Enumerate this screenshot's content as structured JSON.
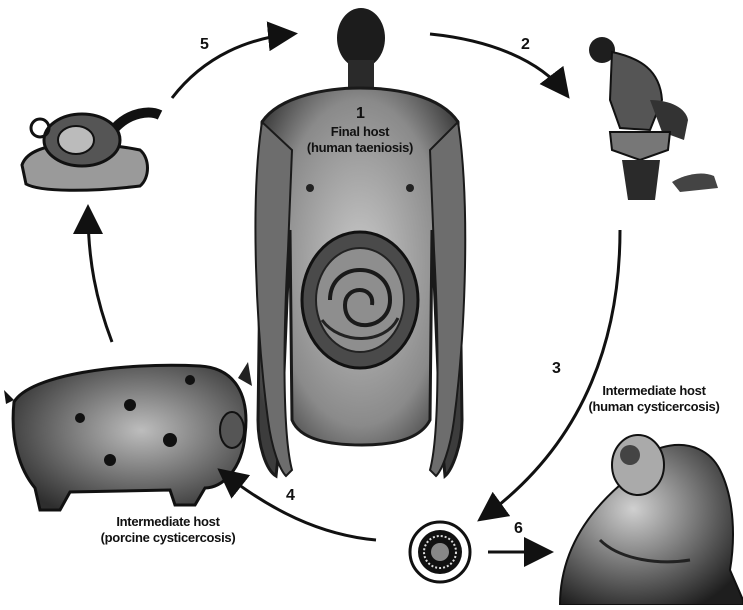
{
  "steps": [
    "1",
    "2",
    "3",
    "4",
    "5",
    "6"
  ],
  "labels": {
    "final_host": "Final host",
    "final_host_sub": "(human taeniosis)",
    "intermediate_human": "Intermediate host",
    "intermediate_human_sub": "(human cysticercosis)",
    "intermediate_pig": "Intermediate host",
    "intermediate_pig_sub": "(porcine cysticercosis)"
  },
  "colors": {
    "ink": "#111111",
    "body_fill": "#9a9a9a",
    "body_dark": "#3a3a3a",
    "background": "#ffffff"
  }
}
